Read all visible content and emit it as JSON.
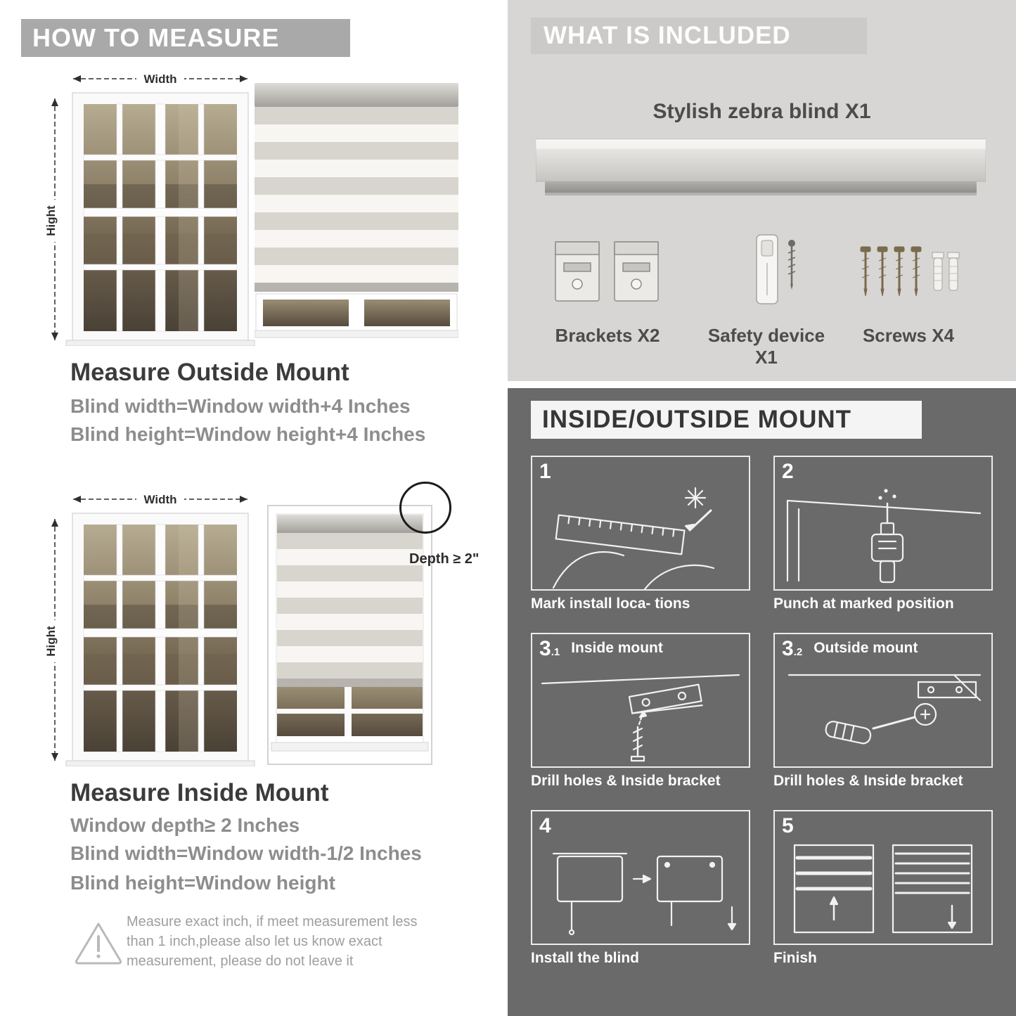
{
  "palette": {
    "header_bar": "#a9a9a9",
    "included_panel": "#d7d6d4",
    "mount_panel": "#6a6a6a",
    "heading_text": "#3b3b3b",
    "body_text": "#8d8d8d"
  },
  "left": {
    "header": "HOW TO MEASURE",
    "outside": {
      "width_label": "Width",
      "height_label": "Hight",
      "title": "Measure Outside Mount",
      "line1": "Blind width=Window width+4 Inches",
      "line2": "Blind height=Window height+4 Inches"
    },
    "inside": {
      "width_label": "Width",
      "height_label": "Hight",
      "depth_label": "Depth ≥ 2\"",
      "title": "Measure Inside Mount",
      "line1": "Window depth≥ 2 Inches",
      "line2": "Blind width=Window width-1/2 Inches",
      "line3": "Blind height=Window height"
    },
    "note_lines": [
      "Measure exact inch, if meet measurement less",
      "than 1 inch,please also let us know exact",
      "measurement, please do not leave it"
    ]
  },
  "right": {
    "included": {
      "header": "WHAT IS INCLUDED",
      "product": "Stylish zebra blind X1",
      "item_labels": [
        "Brackets X2",
        "Safety device X1",
        "Screws X4"
      ]
    },
    "mount": {
      "header": "INSIDE/OUTSIDE MOUNT",
      "steps": [
        {
          "num": "1",
          "sub": "",
          "label": "",
          "caption": "Mark install loca- tions"
        },
        {
          "num": "2",
          "sub": "",
          "label": "",
          "caption": "Punch at  marked position"
        },
        {
          "num": "3",
          "sub": ".1",
          "label": "Inside mount",
          "caption": "Drill holes &  Inside bracket"
        },
        {
          "num": "3",
          "sub": ".2",
          "label": "Outside mount",
          "caption": "Drill holes &  Inside bracket"
        },
        {
          "num": "4",
          "sub": "",
          "label": "",
          "caption": "Install the blind"
        },
        {
          "num": "5",
          "sub": "",
          "label": "",
          "caption": "Finish"
        }
      ]
    }
  }
}
